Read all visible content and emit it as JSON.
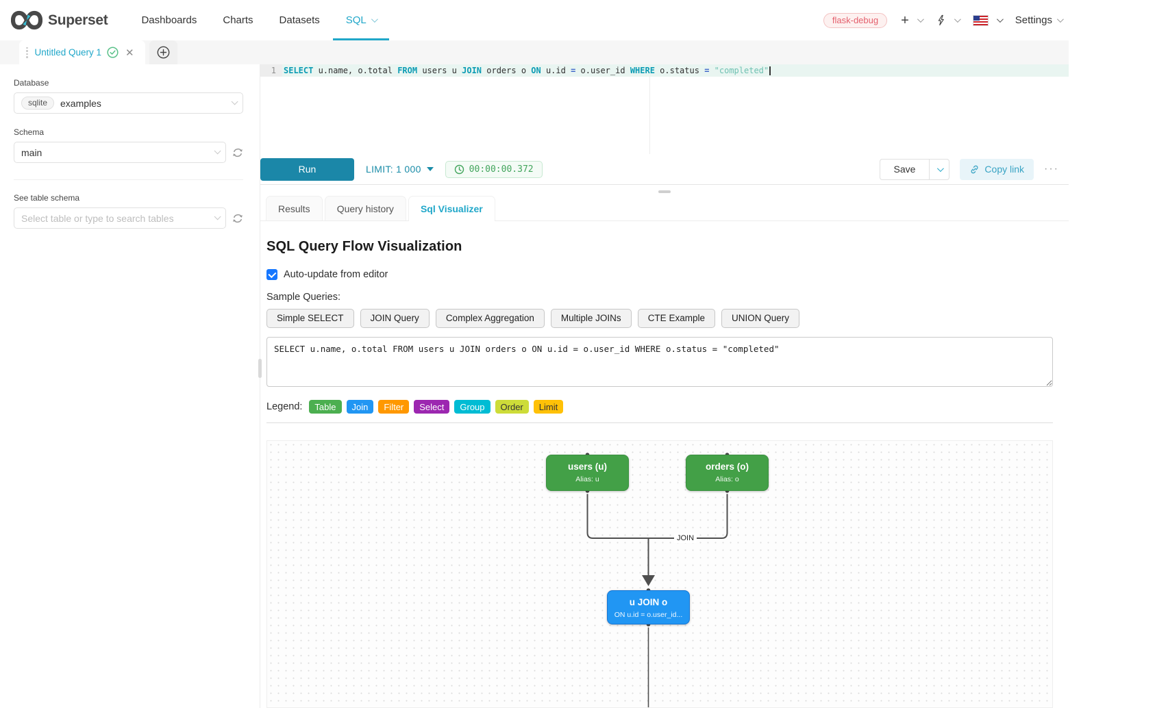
{
  "navbar": {
    "brand": "Superset",
    "items": [
      {
        "label": "Dashboards"
      },
      {
        "label": "Charts"
      },
      {
        "label": "Datasets"
      },
      {
        "label": "SQL"
      }
    ],
    "env_badge": "flask-debug",
    "settings_label": "Settings"
  },
  "tabstrip": {
    "tab_title": "Untitled Query 1"
  },
  "sidebar": {
    "database_label": "Database",
    "database_engine": "sqlite",
    "database_value": "examples",
    "schema_label": "Schema",
    "schema_value": "main",
    "table_label": "See table schema",
    "table_placeholder": "Select table or type to search tables"
  },
  "editor": {
    "line_number": "1",
    "tokens": [
      {
        "t": "SELECT",
        "c": "kw"
      },
      {
        "t": " u.name, o.total ",
        "c": "plain"
      },
      {
        "t": "FROM",
        "c": "kw"
      },
      {
        "t": " users u ",
        "c": "plain"
      },
      {
        "t": "JOIN",
        "c": "kw"
      },
      {
        "t": " orders o ",
        "c": "plain"
      },
      {
        "t": "ON",
        "c": "kw"
      },
      {
        "t": " u.id ",
        "c": "plain"
      },
      {
        "t": "=",
        "c": "op"
      },
      {
        "t": " o.user_id ",
        "c": "plain"
      },
      {
        "t": "WHERE",
        "c": "kw"
      },
      {
        "t": " o.status ",
        "c": "plain"
      },
      {
        "t": "=",
        "c": "op"
      },
      {
        "t": " ",
        "c": "plain"
      },
      {
        "t": "\"completed\"",
        "c": "str"
      }
    ]
  },
  "toolbar": {
    "run_label": "Run",
    "limit_label": "LIMIT:",
    "limit_value": "1 000",
    "timer": "00:00:00.372",
    "save_label": "Save",
    "copy_link_label": "Copy link",
    "more_label": "···"
  },
  "result_tabs": [
    {
      "label": "Results"
    },
    {
      "label": "Query history"
    },
    {
      "label": "Sql Visualizer"
    }
  ],
  "visualizer": {
    "title": "SQL Query Flow Visualization",
    "auto_update_label": "Auto-update from editor",
    "auto_update_checked": true,
    "sample_queries_label": "Sample Queries:",
    "sample_buttons": [
      {
        "label": "Simple SELECT"
      },
      {
        "label": "JOIN Query"
      },
      {
        "label": "Complex Aggregation"
      },
      {
        "label": "Multiple JOINs"
      },
      {
        "label": "CTE Example"
      },
      {
        "label": "UNION Query"
      }
    ],
    "sql_text": "SELECT u.name, o.total FROM users u JOIN orders o ON u.id = o.user_id WHERE o.status = \"completed\"",
    "legend_label": "Legend:",
    "legend_items": [
      {
        "label": "Table",
        "color": "#4caf50",
        "text_color": "#ffffff"
      },
      {
        "label": "Join",
        "color": "#2196f3",
        "text_color": "#ffffff"
      },
      {
        "label": "Filter",
        "color": "#ff9800",
        "text_color": "#ffffff"
      },
      {
        "label": "Select",
        "color": "#9c27b0",
        "text_color": "#ffffff"
      },
      {
        "label": "Group",
        "color": "#00bcd4",
        "text_color": "#ffffff"
      },
      {
        "label": "Order",
        "color": "#cddc39",
        "text_color": "#333333"
      },
      {
        "label": "Limit",
        "color": "#ffc107",
        "text_color": "#333333"
      }
    ],
    "flow": {
      "nodes": [
        {
          "title": "users (u)",
          "subtitle": "Alias: u",
          "color": "#43a047"
        },
        {
          "title": "orders (o)",
          "subtitle": "Alias: o",
          "color": "#43a047"
        },
        {
          "title": "u JOIN o",
          "subtitle": "ON u.id = o.user_id...",
          "color": "#2196f3"
        }
      ],
      "edge_label": "JOIN"
    }
  },
  "colors": {
    "accent": "#20a7c9",
    "run_button": "#1b87a8",
    "timer_green": "#42a55c",
    "env_badge_red": "#e4606d"
  }
}
